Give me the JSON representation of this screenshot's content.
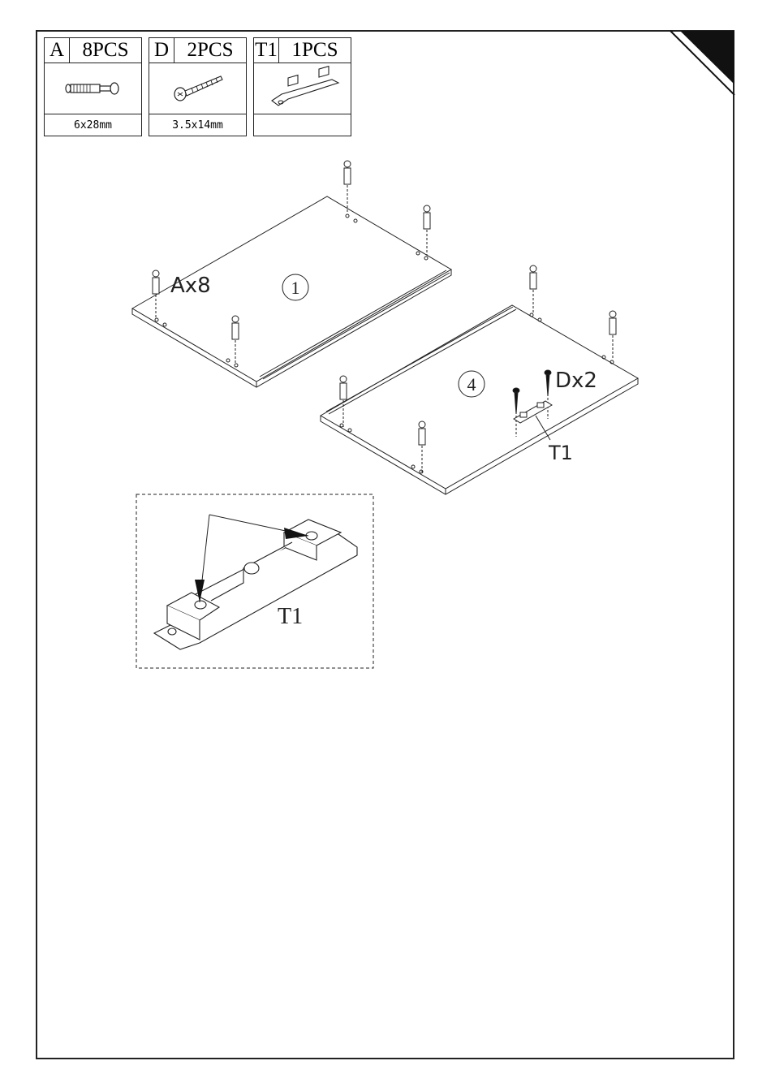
{
  "parts": [
    {
      "code": "A",
      "qty": "8PCS",
      "size": "6x28mm",
      "icon": "cam-dowel-icon"
    },
    {
      "code": "D",
      "qty": "2PCS",
      "size": "3.5x14mm",
      "icon": "screw-icon"
    },
    {
      "code": "T1",
      "qty": "1PCS",
      "size": "",
      "icon": "connector-plate-icon"
    }
  ],
  "callouts": {
    "panel1": "1",
    "panel4": "4",
    "dowels": "Ax8",
    "screws": "Dx2",
    "fitting": "T1",
    "detail_fitting": "T1"
  }
}
